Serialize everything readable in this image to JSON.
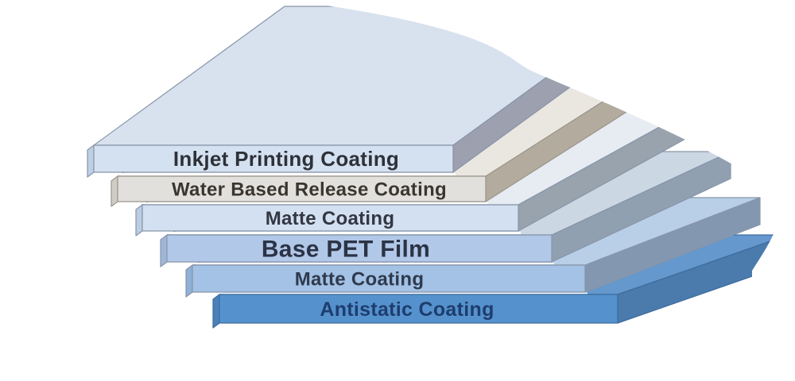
{
  "background": "#ffffff",
  "diagram_type": "layer-stack-3d",
  "layers": [
    {
      "label": "Inkjet Printing Coating",
      "colors": {
        "top": "#d8e2ee",
        "front": "#d4e1f1",
        "side": "#9da0af",
        "bevel": "#c0d0e4",
        "stroke": "#8795a9",
        "text": "#2e3138"
      }
    },
    {
      "label": "Water Based Release Coating",
      "colors": {
        "top": "#eae7e0",
        "front": "#e2e0dd",
        "side": "#b3ab9e",
        "bevel": "#d0cdc6",
        "stroke": "#9a958a",
        "text": "#3a362f"
      }
    },
    {
      "label": "Matte Coating",
      "colors": {
        "top": "#e7ecf3",
        "front": "#d2e0f2",
        "side": "#99a3ad",
        "bevel": "#bccde1",
        "stroke": "#8795a9",
        "text": "#333741"
      }
    },
    {
      "label": "Base PET Film",
      "colors": {
        "top": "#ccd7e4",
        "front": "#b2c8e8",
        "side": "#91a0b0",
        "bevel": "#9fb6d8",
        "stroke": "#8795a9",
        "text": "#2b3345"
      }
    },
    {
      "label": "Matte Coating",
      "colors": {
        "top": "#b9cfe8",
        "front": "#a3c2e5",
        "side": "#8398b0",
        "bevel": "#90b0d5",
        "stroke": "#8795a9",
        "text": "#2f3a4e"
      }
    },
    {
      "label": "Antistatic Coating",
      "colors": {
        "top": "#6598cc",
        "front": "#5592cd",
        "side": "#4a7bac",
        "bevel": "#4a81bb",
        "stroke": "#3e6b9f",
        "text": "#1e3d6e"
      }
    }
  ],
  "gap_color": "#ffffff"
}
